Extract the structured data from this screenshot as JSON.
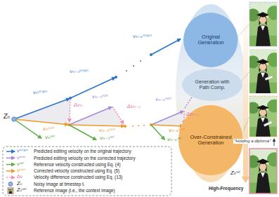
{
  "diagram": {
    "nodes": [
      {
        "text": [
          "Original Generation"
        ]
      },
      {
        "text": [
          "Generation with Path Comp."
        ]
      },
      {
        "text": [
          "Over-Constrained Generation"
        ]
      }
    ],
    "labels": [
      "Zₜᵢ",
      "vₜᵢᵒʳⁱᵍⁱⁿ",
      "vₜᵢ₋₁ᵒʳⁱᵍⁱⁿ",
      "vₜᵢ₋ₖᵒʳⁱᵍⁱⁿ",
      "vₜᵢ₋₁ᵉᵈⁱᵗ",
      "vₜᵢ₋ₖᵉᵈⁱᵗ",
      "Δvₜᵢ",
      "Δvₜᵢ₋₁",
      "Δvₜᵢ₋ₖ",
      "vₜᵢᶜᵒʳʳ",
      "vₜᵢʳᵉᶠ",
      "vₜᵢ₋₁ᶜᵒʳʳ",
      "vₜᵢ₋₁ʳᵉᶠ",
      "vₜᵢ₋ₖᶜᵒʳʳ",
      "vₜᵢ₋ₖʳᵉᶠ",
      "\"Holding a diploma\"",
      "Z₀ʳᵉᶠ",
      "High-Frequency",
      "vᵒʳⁱᵍⁱⁿ",
      "vᵉᵈⁱᵗ",
      "vʳᵉᶠ",
      "vᶜᵒʳʳ",
      "Δv",
      "Zₜᵢ",
      "Z₀ʳᵉᶠ"
    ],
    "legend": [
      {
        "text": "Predicted editing velocity on the original trajectory"
      },
      {
        "text": "Predicted editing velocity on the corrected trajectory"
      },
      {
        "text": "Reference velocity constructed using Eq. (4)"
      },
      {
        "text": "Corrected velocity constructed using Eq. (5)"
      },
      {
        "text": "Velocity difference constructed using Eq. (13)"
      },
      {
        "text": "Noisy image at timestep tᵢ"
      },
      {
        "text": "Reference image (i.e., the context image)"
      }
    ]
  }
}
